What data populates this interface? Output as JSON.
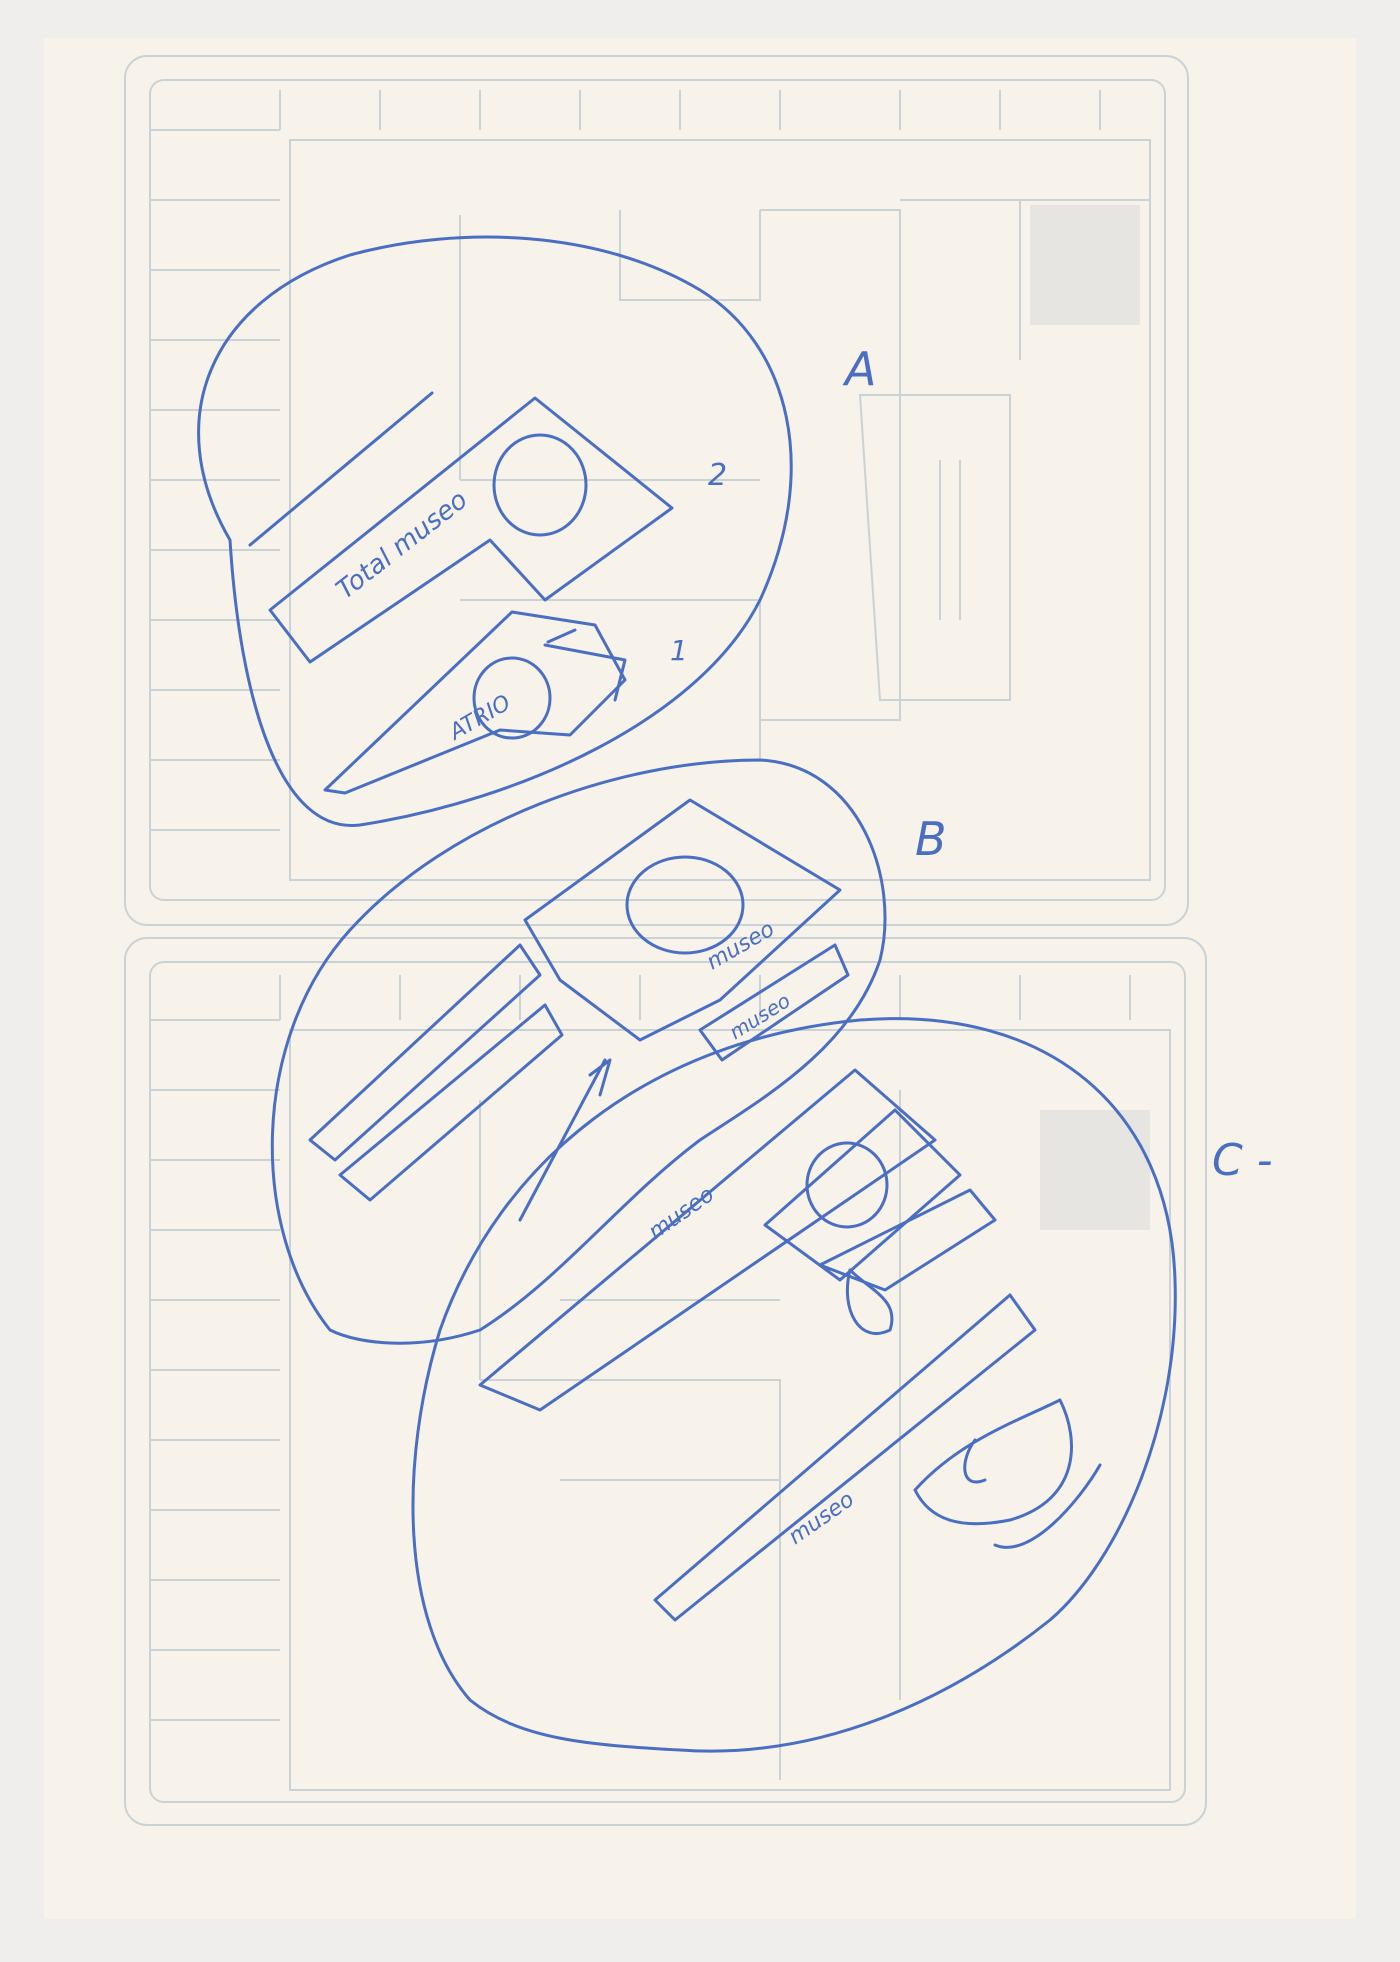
{
  "sheet": {
    "paper_color": "#f7f2ea",
    "ink_color": "#4a6fc2",
    "background_color": "#efeeec",
    "labels": {
      "option_a": "A",
      "option_b": "B",
      "option_c": "C -",
      "number_2": "2",
      "number_1": "1",
      "total_museo": "Total museo",
      "atrio": "ATRIO",
      "museo_b1": "museo",
      "museo_b2": "museo",
      "museo_c1": "museo",
      "museo_c2": "museo"
    }
  }
}
